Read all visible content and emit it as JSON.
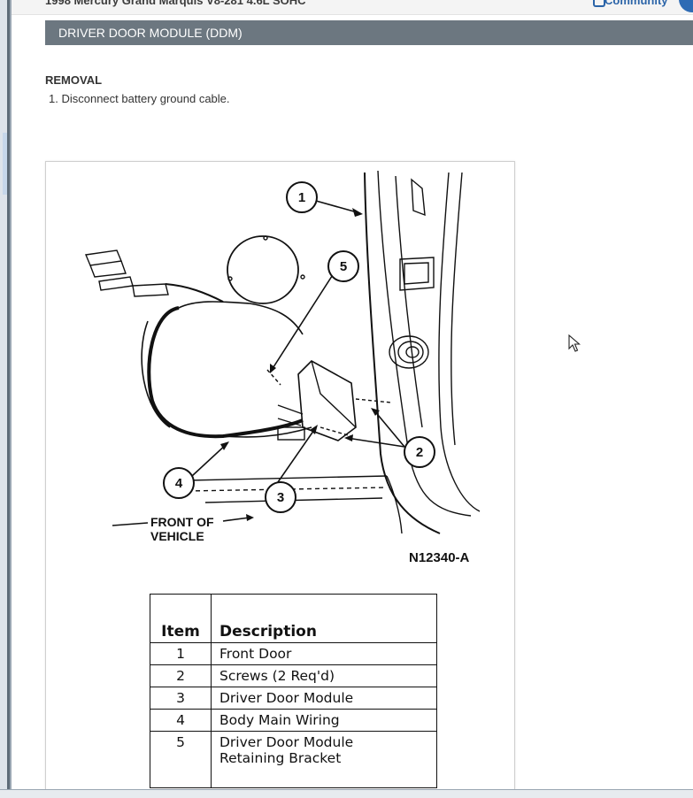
{
  "window": {
    "doc_title": "1998 Mercury Grand Marquis V8-281 4.6L SOHC",
    "community_label": "Community"
  },
  "section": {
    "title": "DRIVER DOOR MODULE (DDM)"
  },
  "procedure": {
    "heading": "REMOVAL",
    "steps": [
      "1. Disconnect battery ground cable."
    ]
  },
  "figure": {
    "callouts": [
      "1",
      "2",
      "3",
      "4",
      "5"
    ],
    "front_label_line1": "FRONT OF",
    "front_label_line2": "VEHICLE",
    "figure_code": "N12340-A"
  },
  "legend": {
    "headers": [
      "Item",
      "Description"
    ],
    "rows": [
      {
        "item": "1",
        "desc": "Front Door",
        "desc2": ""
      },
      {
        "item": "2",
        "desc": "Screws (2 Req'd)",
        "desc2": ""
      },
      {
        "item": "3",
        "desc": "Driver Door Module",
        "desc2": ""
      },
      {
        "item": "4",
        "desc": "Body Main Wiring",
        "desc2": ""
      },
      {
        "item": "5",
        "desc": "Driver Door Module",
        "desc2": "Retaining Bracket"
      }
    ]
  },
  "icons": {
    "cursor": "arrow-cursor-icon",
    "community": "community-icon"
  }
}
